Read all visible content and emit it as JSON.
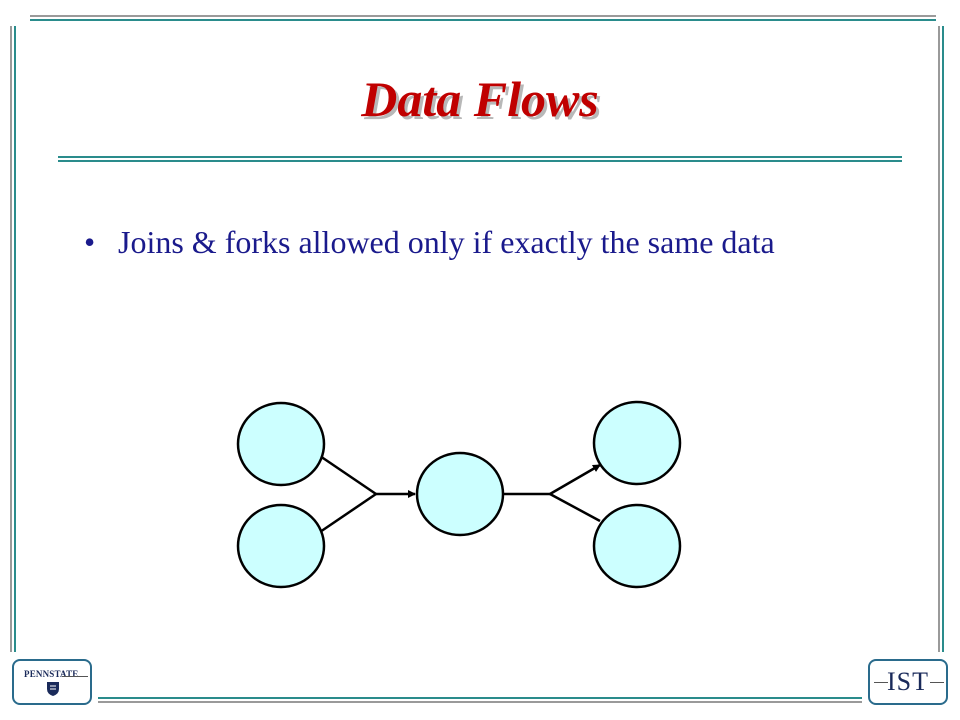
{
  "slide": {
    "title": "Data Flows",
    "bullets": [
      {
        "marker": "•",
        "text": "Joins & forks allowed only if exactly the same data"
      }
    ]
  },
  "diagram": {
    "nodes": [
      {
        "id": "left-top",
        "fill": "#ccffff"
      },
      {
        "id": "left-bottom",
        "fill": "#ccffff"
      },
      {
        "id": "center",
        "fill": "#ccffff"
      },
      {
        "id": "right-top",
        "fill": "#ccffff"
      },
      {
        "id": "right-bottom",
        "fill": "#ccffff"
      }
    ],
    "edges": [
      {
        "from": "left-top",
        "to": "center",
        "type": "join"
      },
      {
        "from": "left-bottom",
        "to": "center",
        "type": "join"
      },
      {
        "from": "center",
        "to": "right-top",
        "type": "fork"
      },
      {
        "from": "center",
        "to": "right-bottom",
        "type": "fork"
      }
    ]
  },
  "footer": {
    "left_logo": {
      "text": "PENNSTATE",
      "icon": "penn-state-shield-icon"
    },
    "right_logo": {
      "text": "IST"
    }
  },
  "colors": {
    "title": "#c00000",
    "body_text": "#1a1a8c",
    "node_fill": "#ccffff",
    "frame": "#2a6b8c"
  }
}
